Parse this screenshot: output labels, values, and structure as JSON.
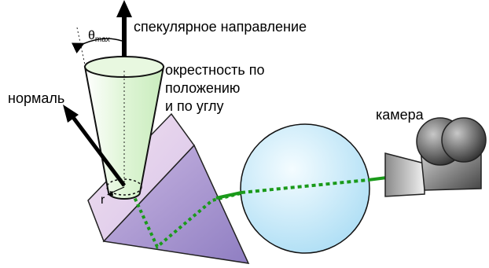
{
  "labels": {
    "specular": "спекулярное направление",
    "theta": "θ",
    "theta_sub": "max",
    "neighborhood_line1": "окрестность по",
    "neighborhood_line2": "положению",
    "neighborhood_line3": "и по углу",
    "normal": "нормаль",
    "camera": "камера",
    "radius": "r"
  },
  "colors": {
    "prism_front": "#b8a8d8",
    "prism_side": "#e6d3ec",
    "cone_green": "#dff5d6",
    "sphere": "#cdeefa",
    "path": "#1a9a1a",
    "camera_body": "#9a9a9a"
  }
}
